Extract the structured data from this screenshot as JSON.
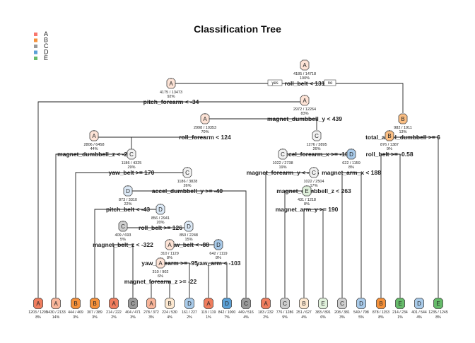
{
  "title": "Classification Tree",
  "legend": [
    {
      "label": "A",
      "color": "#f8766d"
    },
    {
      "label": "B",
      "color": "#f5913a"
    },
    {
      "label": "C",
      "color": "#999999"
    },
    {
      "label": "D",
      "color": "#5aa0d6"
    },
    {
      "label": "E",
      "color": "#66bb6a"
    }
  ],
  "class_fill": {
    "A": [
      "#fde3d6",
      "#f8b59a",
      "#ef7d5e"
    ],
    "B": [
      "#fde8d0",
      "#fbbf84",
      "#f5913a"
    ],
    "C": [
      "#f1f1f1",
      "#cfcfcf",
      "#9a9a9a"
    ],
    "D": [
      "#ddeaf7",
      "#a9cbea",
      "#5aa0d6"
    ],
    "E": [
      "#e0f1dc",
      "#b2dba8",
      "#66bb6a"
    ]
  },
  "split_labels": {
    "yes": "yes",
    "no": "no"
  },
  "internal_nodes": [
    {
      "cls": "A",
      "counts": "4185 / 14718",
      "pct": "100%",
      "split": "roll_belt < 131"
    },
    {
      "cls": "A",
      "counts": "4175 / 13473",
      "pct": "92%",
      "split": "pitch_forearm < -34"
    },
    {
      "cls": "A",
      "counts": "2972 / 12264",
      "pct": "83%",
      "split": "magnet_dumbbell_y < 439"
    },
    {
      "cls": "B",
      "counts": "982 / 1911",
      "pct": "13%",
      "split": "total_accel_dumbbell >= 6"
    },
    {
      "cls": "A",
      "counts": "2998 / 10353",
      "pct": "70%",
      "split": "roll_forearm < 124"
    },
    {
      "cls": "A",
      "counts": "2806 / 6458",
      "pct": "44%",
      "split": "magnet_dumbbell_z < -27"
    },
    {
      "cls": "C",
      "counts": "1276 / 3895",
      "pct": "26%",
      "split": "accel_forearm_x >= -104"
    },
    {
      "cls": "C",
      "counts": "1186 / 4325",
      "pct": "29%",
      "split": "yaw_belt >= 170"
    },
    {
      "cls": "C",
      "counts": "1022 / 2738",
      "pct": "19%",
      "split": "magnet_forearm_y < -245"
    },
    {
      "cls": "D",
      "counts": "622 / 1159",
      "pct": "8%",
      "split": "magnet_arm_x < 188"
    },
    {
      "cls": "B",
      "counts": "876 / 1387",
      "pct": "9%",
      "split": "roll_belt >= -0.58"
    },
    {
      "cls": "C",
      "counts": "1186 / 3828",
      "pct": "26%",
      "split": "accel_dumbbell_y >= -40"
    },
    {
      "cls": "C",
      "counts": "1022 / 2504",
      "pct": "17%",
      "split": "magnet_dumbbell_z < 263"
    },
    {
      "cls": "D",
      "counts": "873 / 3310",
      "pct": "22%",
      "split": "pitch_belt < -43"
    },
    {
      "cls": "E",
      "counts": "431 / 1218",
      "pct": "8%",
      "split": "magnet_arm_y >= 190"
    },
    {
      "cls": "D",
      "counts": "856 / 2941",
      "pct": "20%",
      "split": "roll_belt >= 126"
    },
    {
      "cls": "C",
      "counts": "409 / 693",
      "pct": "5%",
      "split": "magnet_belt_z < -322"
    },
    {
      "cls": "D",
      "counts": "850 / 2248",
      "pct": "15%",
      "split": "yaw_belt < -88"
    },
    {
      "cls": "A",
      "counts": "310 / 1129",
      "pct": "8%",
      "split": "yaw_forearm >= -95"
    },
    {
      "cls": "D",
      "counts": "642 / 1119",
      "pct": "8%",
      "split": "yaw_arm < -103"
    },
    {
      "cls": "A",
      "counts": "310 / 902",
      "pct": "6%",
      "split": "magnet_forearm_z >= -22"
    }
  ],
  "leaves": [
    {
      "cls": "A",
      "counts": "1203 / 1209",
      "pct": "8%"
    },
    {
      "cls": "A",
      "counts": "1430 / 2133",
      "pct": "14%"
    },
    {
      "cls": "B",
      "counts": "444 / 469",
      "pct": "3%"
    },
    {
      "cls": "B",
      "counts": "307 / 389",
      "pct": "3%"
    },
    {
      "cls": "A",
      "counts": "214 / 222",
      "pct": "2%"
    },
    {
      "cls": "C",
      "counts": "404 / 471",
      "pct": "3%"
    },
    {
      "cls": "A",
      "counts": "278 / 372",
      "pct": "3%"
    },
    {
      "cls": "B",
      "counts": "224 / 530",
      "pct": "4%"
    },
    {
      "cls": "D",
      "counts": "161 / 227",
      "pct": "2%"
    },
    {
      "cls": "A",
      "counts": "119 / 119",
      "pct": "1%"
    },
    {
      "cls": "D",
      "counts": "842 / 1000",
      "pct": "7%"
    },
    {
      "cls": "C",
      "counts": "449 / 516",
      "pct": "4%"
    },
    {
      "cls": "A",
      "counts": "183 / 232",
      "pct": "2%"
    },
    {
      "cls": "C",
      "counts": "776 / 1286",
      "pct": "9%"
    },
    {
      "cls": "B",
      "counts": "251 / 627",
      "pct": "4%"
    },
    {
      "cls": "E",
      "counts": "383 / 891",
      "pct": "6%"
    },
    {
      "cls": "C",
      "counts": "208 / 381",
      "pct": "3%"
    },
    {
      "cls": "D",
      "counts": "549 / 798",
      "pct": "5%"
    },
    {
      "cls": "B",
      "counts": "878 / 1153",
      "pct": "8%"
    },
    {
      "cls": "E",
      "counts": "214 / 234",
      "pct": "1%"
    },
    {
      "cls": "D",
      "counts": "401 / 544",
      "pct": "4%"
    },
    {
      "cls": "E",
      "counts": "1235 / 1245",
      "pct": "8%"
    }
  ]
}
